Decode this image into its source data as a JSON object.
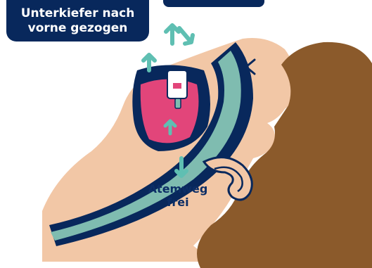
{
  "callout": {
    "line1": "Unterkiefer nach",
    "line2": "vorne gezogen"
  },
  "airway": {
    "line1": "Atemweg",
    "line2": "frei"
  },
  "colors": {
    "skin": "#f2c7a6",
    "hair": "#8b5a2b",
    "airway_teal": "#7fbcb0",
    "navy": "#08285c",
    "tongue_pink": "#e2457a",
    "arrow_teal": "#5fbfb2"
  },
  "icons": [
    "up-arrow-icon",
    "down-arrow-icon",
    "mouthpiece-device"
  ]
}
